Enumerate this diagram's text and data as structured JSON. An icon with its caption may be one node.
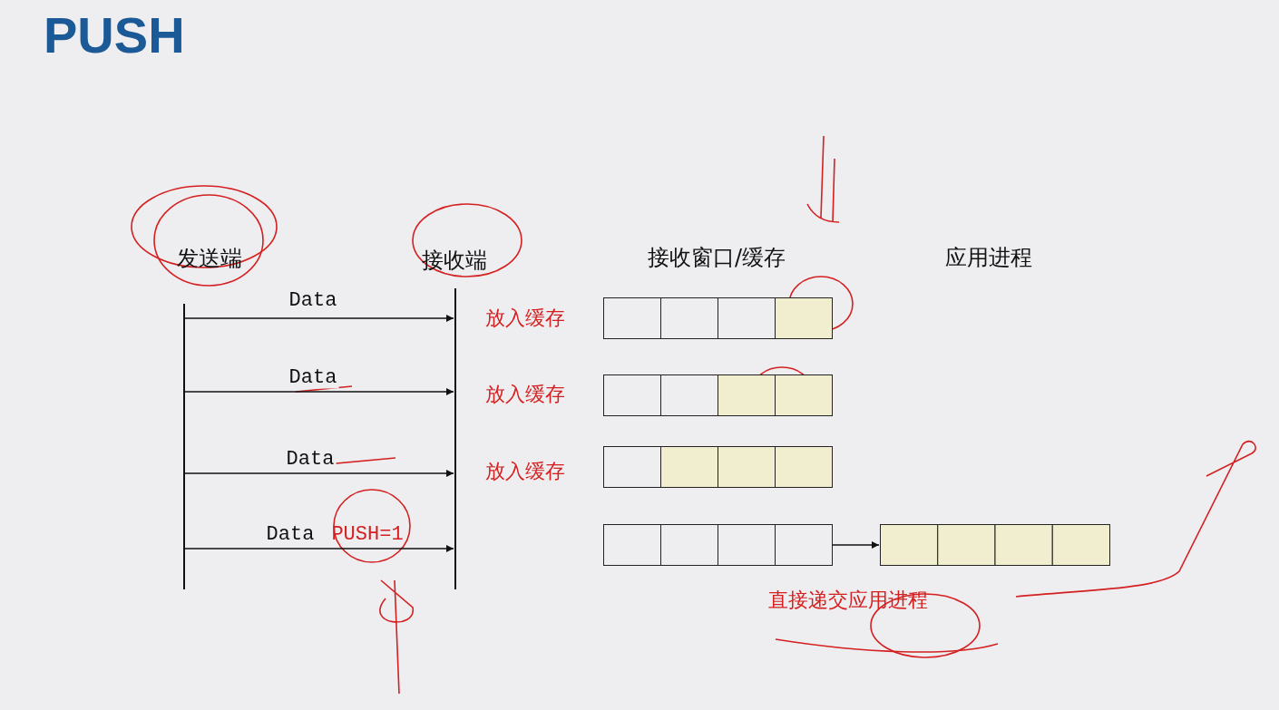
{
  "diagram": {
    "title": "PUSH",
    "nodes": [
      {
        "text": [],
        "shape": "bar",
        "beside": [
          "发送端"
        ]
      },
      {
        "text": [],
        "shape": "bar",
        "beside": [
          "接收端"
        ]
      },
      {
        "text": [],
        "shape": "box"
      },
      {
        "text": [],
        "shape": "box"
      },
      {
        "text": [],
        "shape": "box"
      },
      {
        "text": [],
        "shape": "box"
      },
      {
        "text": [],
        "shape": "box"
      }
    ],
    "edges": [
      {
        "from": 0,
        "to": 1,
        "arrow": "to",
        "label": "Data"
      },
      {
        "from": 0,
        "to": 1,
        "arrow": "to",
        "label": "Data"
      },
      {
        "from": 0,
        "to": 1,
        "arrow": "to",
        "label": "Data"
      },
      {
        "from": 0,
        "to": 1,
        "arrow": "to",
        "label": "Data"
      },
      {
        "from": 5,
        "to": 6,
        "arrow": "to"
      }
    ],
    "labels": [
      "接收窗口/缓存",
      "应用进程",
      "放入缓存",
      "放入缓存",
      "放入缓存",
      "PUSH=1",
      "直接递交应用进程"
    ]
  }
}
